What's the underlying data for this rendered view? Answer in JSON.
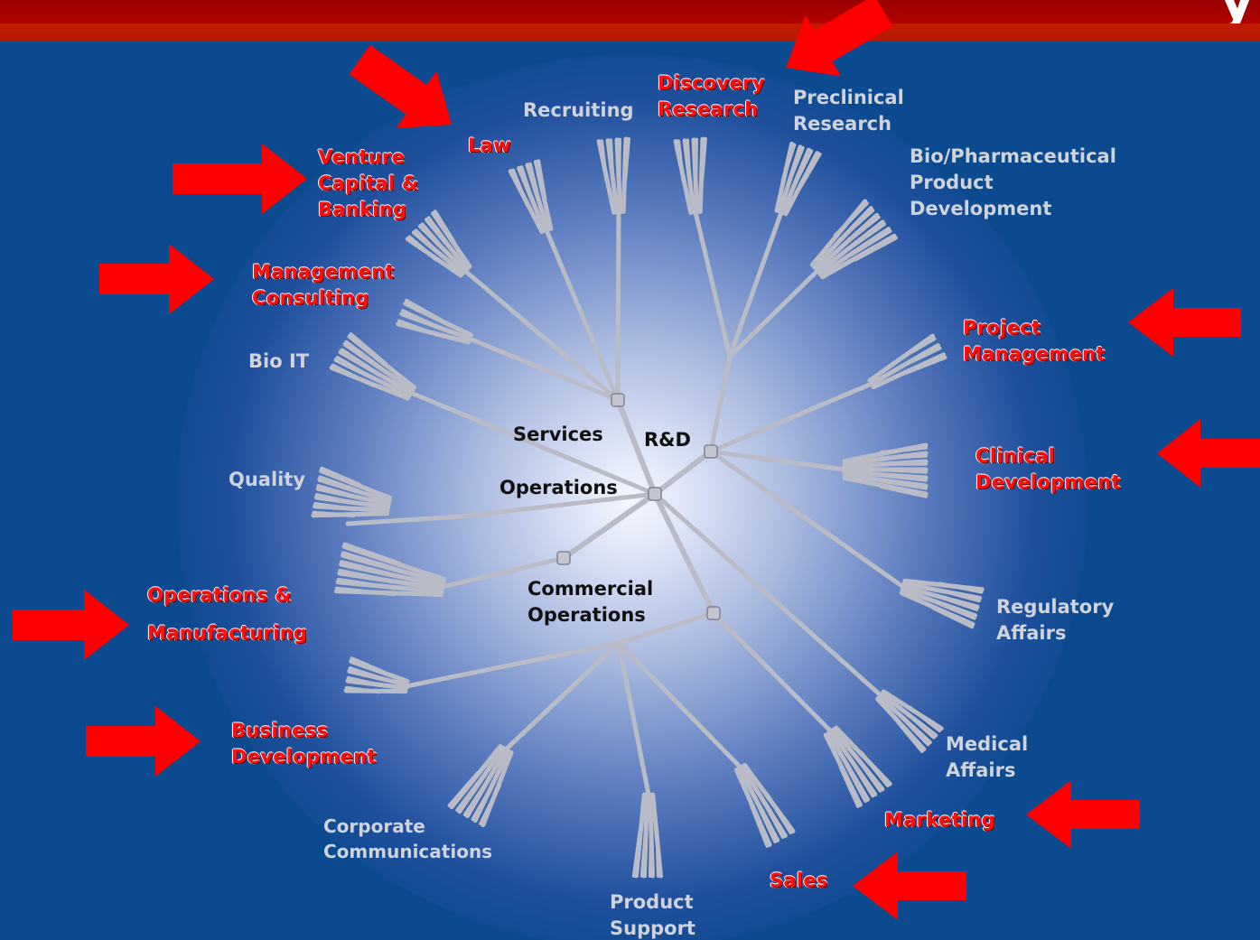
{
  "header": {
    "corner_glyph": "y"
  },
  "hubs": {
    "services": "Services",
    "rd": "R&D",
    "operations": "Operations",
    "commercial": "Commercial\nOperations"
  },
  "careers": [
    {
      "id": "law",
      "text": "Law",
      "highlighted": true
    },
    {
      "id": "recruiting",
      "text": "Recruiting",
      "highlighted": false
    },
    {
      "id": "discovery-research",
      "text": "Discovery\nResearch",
      "highlighted": true
    },
    {
      "id": "preclinical-research",
      "text": "Preclinical\nResearch",
      "highlighted": false
    },
    {
      "id": "bio-pharma-product-development",
      "text": "Bio/Pharmaceutical\nProduct\nDevelopment",
      "highlighted": false
    },
    {
      "id": "venture-capital-banking",
      "text": "Venture\nCapital &\nBanking",
      "highlighted": true
    },
    {
      "id": "management-consulting",
      "text": "Management\nConsulting",
      "highlighted": true
    },
    {
      "id": "project-management",
      "text": "Project\nManagement",
      "highlighted": true
    },
    {
      "id": "bio-it",
      "text": "Bio IT",
      "highlighted": false
    },
    {
      "id": "clinical-development",
      "text": "Clinical\nDevelopment",
      "highlighted": true
    },
    {
      "id": "quality",
      "text": "Quality",
      "highlighted": false
    },
    {
      "id": "regulatory-affairs",
      "text": "Regulatory\nAffairs",
      "highlighted": false
    },
    {
      "id": "operations-manufacturing",
      "text": "Operations &\n\nManufacturing",
      "highlighted": true
    },
    {
      "id": "business-development",
      "text": "Business\nDevelopment",
      "highlighted": true
    },
    {
      "id": "medical-affairs",
      "text": "Medical\nAffairs",
      "highlighted": false
    },
    {
      "id": "corporate-communications",
      "text": "Corporate\nCommunications",
      "highlighted": false
    },
    {
      "id": "marketing",
      "text": "Marketing",
      "highlighted": true
    },
    {
      "id": "sales",
      "text": "Sales",
      "highlighted": true
    },
    {
      "id": "product-support",
      "text": "Product\nSupport",
      "highlighted": false
    }
  ],
  "colors": {
    "background": "#0b4a8f",
    "header_bar": "#a30000",
    "header_stripe": "#c01a00",
    "highlight_text": "#ff1010",
    "highlight_arrow": "#ff0000",
    "branch": "#b9bcc6",
    "gray_text": "#cfd3dc",
    "hub_text": "#101010"
  }
}
